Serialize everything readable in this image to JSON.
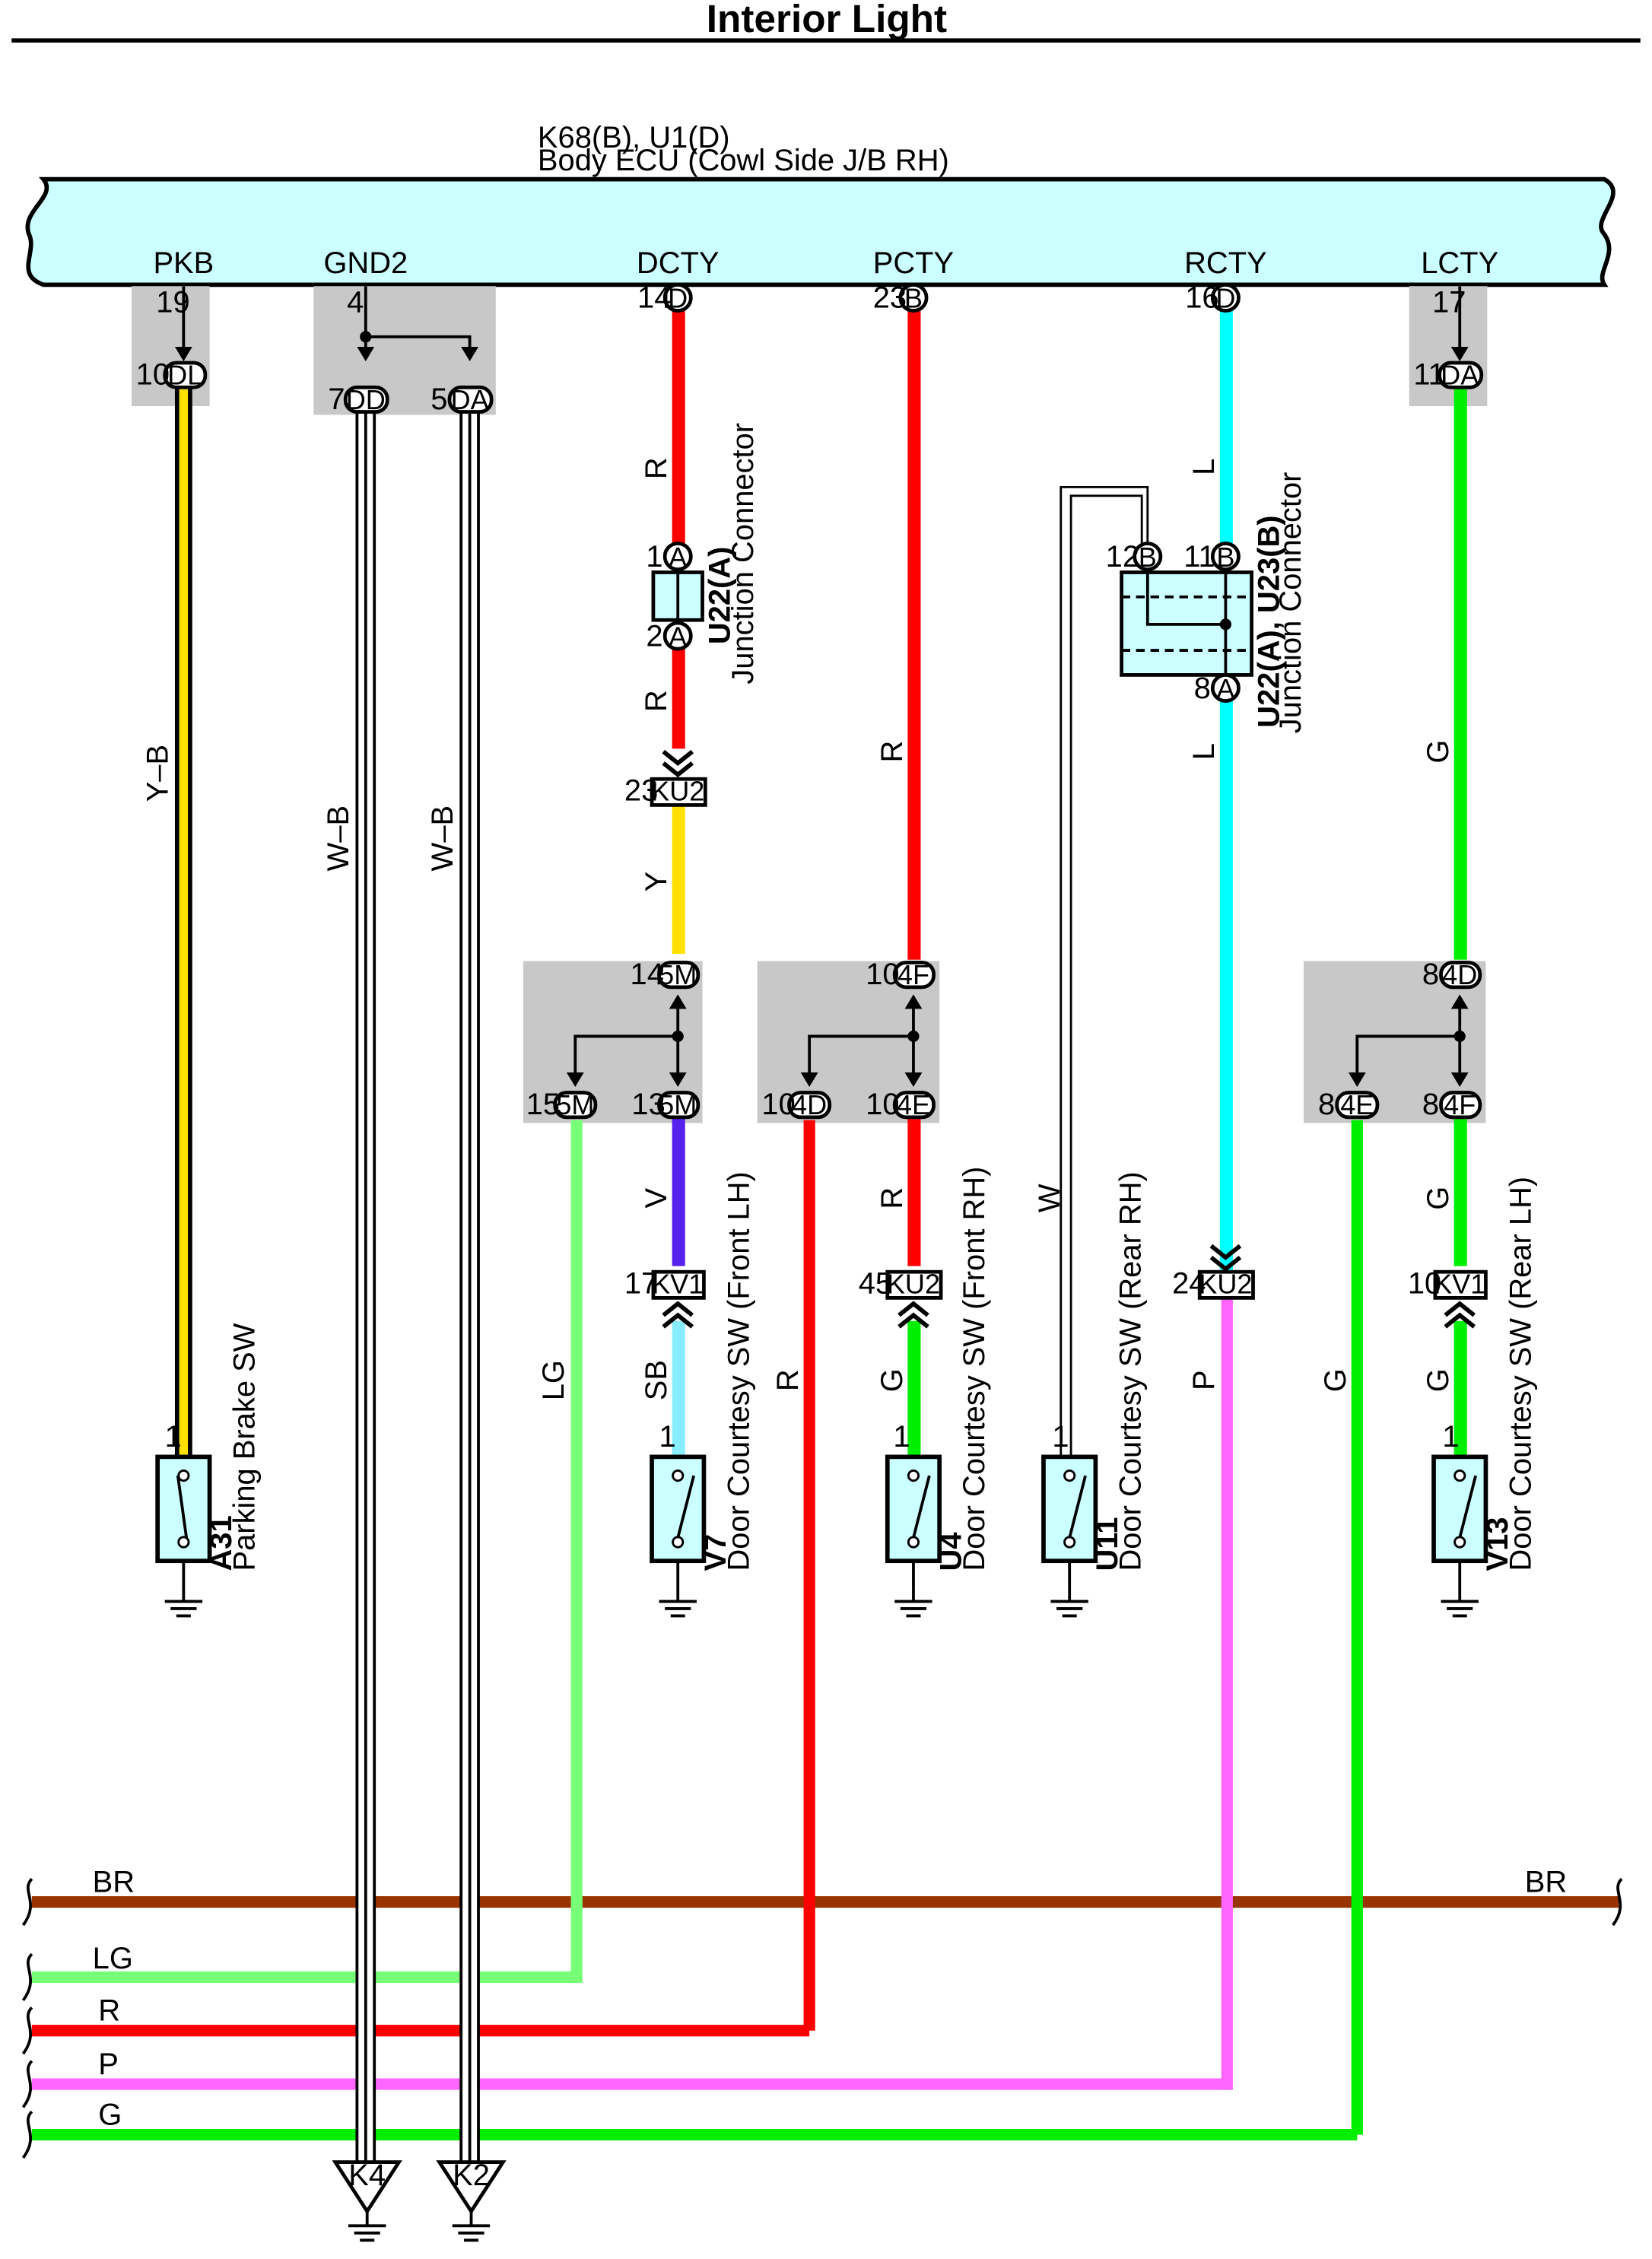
{
  "title": "Interior Light",
  "ecu": {
    "code": "K68(B), U1(D)",
    "name": "Body ECU (Cowl Side J/B RH)",
    "terminals": [
      "PKB",
      "GND2",
      "DCTY",
      "PCTY",
      "RCTY",
      "LCTY"
    ]
  },
  "colors": {
    "ecu_fill": "#ccffff",
    "junction_shade": "#c8c8c8",
    "switch_fill": "#ccffff",
    "red": "#ff0000",
    "yellow": "#ffe000",
    "light_blue": "#00ffff",
    "green": "#00ee00",
    "light_green": "#77ff77",
    "violet": "#5522ee",
    "sky_blue": "#88eeff",
    "pink": "#ff66ff",
    "brown": "#993300"
  },
  "pins": {
    "pkb_top": "19",
    "pkb_bot": "10",
    "pkb_code": "DL",
    "gnd_top": "4",
    "gnd_l": "7",
    "gnd_l_code": "DD",
    "gnd_r": "5",
    "gnd_r_code": "DA",
    "dcty_top": "14",
    "dcty_code": "D",
    "pcty_top": "23",
    "pcty_code": "B",
    "rcty_top": "16",
    "rcty_code": "D",
    "lcty_top": "17",
    "lcty_bot": "11",
    "lcty_code": "DA",
    "u22_1": "1",
    "u22_2": "2",
    "u22_code": "A",
    "ku2_d": "23",
    "ku2_code": "KU2",
    "j5m_top": "14",
    "j5m_l": "15",
    "j5m_r": "13",
    "j5m_code": "5M",
    "j4f_top": "10",
    "j4f_code": "4F",
    "j4d_l": "10",
    "j4d_code": "4D",
    "j4e_r": "10",
    "j4e_code": "4E",
    "u23_12": "12",
    "u23_11": "11",
    "u23_8": "8",
    "u23_b": "B",
    "u23_a": "A",
    "j4d_top": "8",
    "j4e_l": "8",
    "j4f_r": "8",
    "kv1_17": "17",
    "kv1_code": "KV1",
    "ku2_45": "45",
    "ku2_24": "24",
    "kv1_10": "10",
    "sw_pin": "1"
  },
  "wires": {
    "yb": "Y–B",
    "wb": "W–B",
    "r": "R",
    "y": "Y",
    "l": "L",
    "g": "G",
    "lg": "LG",
    "v": "V",
    "sb": "SB",
    "w": "W",
    "p": "P",
    "br": "BR"
  },
  "junction1": {
    "code": "U22(A)",
    "name": "Junction Connector"
  },
  "junction2": {
    "code": "U22(A), U23(B)",
    "name": "Junction Connector"
  },
  "switches": [
    {
      "code": "A31",
      "name": "Parking Brake SW"
    },
    {
      "code": "V7",
      "name": "Door Courtesy SW (Front LH)"
    },
    {
      "code": "U4",
      "name": "Door Courtesy SW (Front RH)"
    },
    {
      "code": "U11",
      "name": "Door Courtesy SW (Rear RH)"
    },
    {
      "code": "V13",
      "name": "Door Courtesy SW (Rear LH)"
    }
  ],
  "buses": [
    {
      "name": "BR"
    },
    {
      "name": "LG"
    },
    {
      "name": "R"
    },
    {
      "name": "P"
    },
    {
      "name": "G"
    }
  ],
  "grounds": [
    "K4",
    "K2"
  ]
}
